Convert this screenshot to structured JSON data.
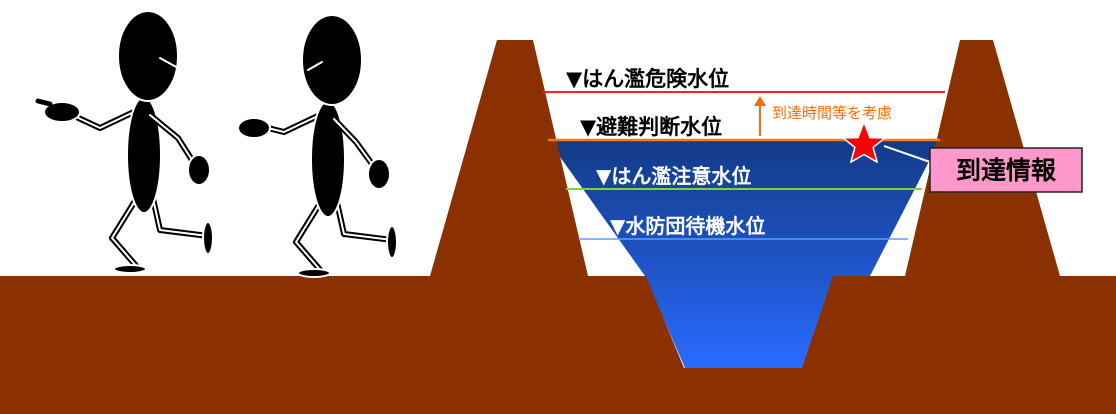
{
  "labels": {
    "flood_danger_level": "▼はん濫危険水位",
    "evacuation_level": "▼避難判断水位",
    "flood_caution_level": "▼はん濫注意水位",
    "flood_standby_level": "▼水防団待機水位",
    "arrival_time_note": "到達時間等を考慮",
    "arrival_info": "到達情報"
  },
  "icons": {
    "people": "walking-person-icon",
    "marker": "star-icon",
    "arrow": "up-arrow-icon"
  },
  "colors": {
    "ground": "#8b3000",
    "water_top": "#123a86",
    "water_bottom": "#2a6bff",
    "flood_danger_line": "#ff2020",
    "evacuation_line": "#ff7a00",
    "flood_caution_line": "#7fd23b",
    "flood_standby_line": "#5aa0ff",
    "note_text": "#ff6a00",
    "info_box_fill": "#ff99cc",
    "star": "#ff0000"
  }
}
